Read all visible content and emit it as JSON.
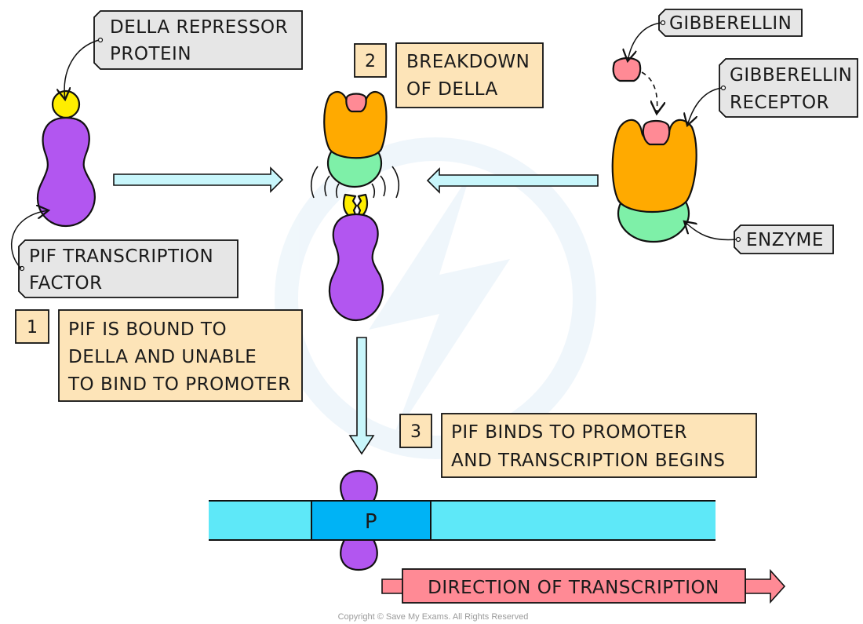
{
  "title": "Gibberellin action: DELLA breakdown and PIF transcription",
  "labels": {
    "della": [
      "DELLA REPRESSOR",
      "PROTEIN"
    ],
    "pif": [
      "PIF TRANSCRIPTION",
      "FACTOR"
    ],
    "gibberellin": "GIBBERELLIN",
    "receptor": [
      "GIBBERELLIN",
      "RECEPTOR"
    ],
    "enzyme": "ENZYME",
    "promoter": "P",
    "direction": "DIRECTION OF TRANSCRIPTION"
  },
  "steps": [
    {
      "number": "1",
      "lines": [
        "PIF IS BOUND TO",
        "DELLA AND UNABLE",
        "TO BIND TO PROMOTER"
      ]
    },
    {
      "number": "2",
      "lines": [
        "BREAKDOWN",
        "OF DELLA"
      ]
    },
    {
      "number": "3",
      "lines": [
        "PIF BINDS TO PROMOTER",
        "AND TRANSCRIPTION BEGINS"
      ]
    }
  ],
  "copyright": "Copyright © Save My Exams. All Rights Reserved",
  "colors": {
    "pif": "#b256f0",
    "della": "#ffee00",
    "gibberellin": "#ff8a95",
    "receptor": "#ffaa00",
    "enzyme": "#7ef0a8",
    "label_bg": "#e6e6e6",
    "step_bg": "#fde4b8",
    "arrow_fill": "#c8f6fb",
    "dna": "#5ee8f8",
    "promoter": "#00b3f5",
    "direction_bg": "#ff8a95"
  }
}
